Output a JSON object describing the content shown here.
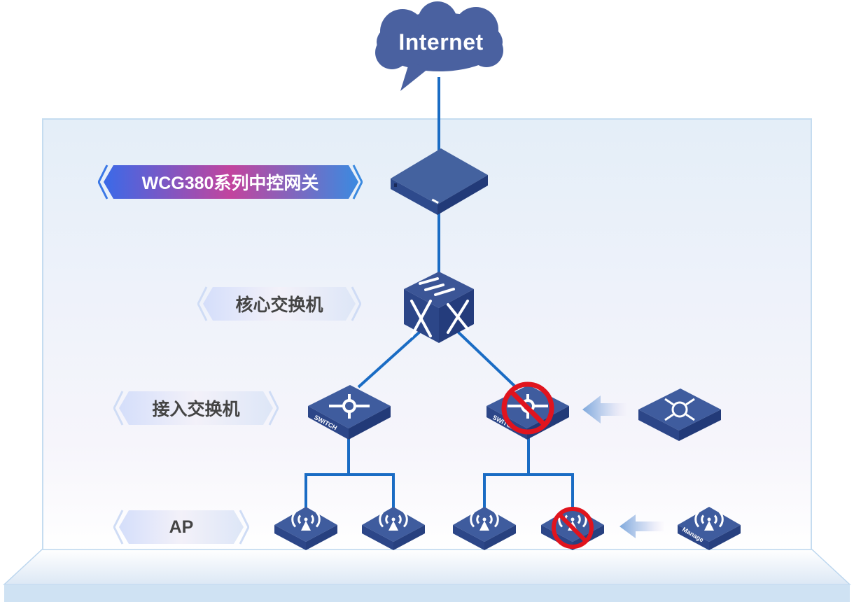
{
  "diagram": {
    "cloud": {
      "label": "Internet"
    },
    "tiers": [
      {
        "id": "gateway",
        "label": "WCG380系列中控网关",
        "style": "highlight"
      },
      {
        "id": "core",
        "label": "核心交换机",
        "style": "soft"
      },
      {
        "id": "access",
        "label": "接入交换机",
        "style": "soft"
      },
      {
        "id": "ap",
        "label": "AP",
        "style": "soft"
      }
    ],
    "devices": {
      "gateway": {
        "type": "gateway-appliance"
      },
      "core_switch": {
        "type": "core-switch-cube"
      },
      "access_switches": [
        {
          "label": "SWITCH",
          "status": "active"
        },
        {
          "label": "SWITCH",
          "status": "blocked"
        }
      ],
      "replacement_switch": {
        "type": "L2-managed-switch",
        "icon": "L2"
      },
      "aps": [
        {
          "status": "active"
        },
        {
          "status": "active"
        },
        {
          "status": "active"
        },
        {
          "status": "blocked"
        }
      ],
      "replacement_ap": {
        "label": "Manage"
      }
    },
    "colors": {
      "device_blue": "#3d5a9e",
      "device_dark": "#27407f",
      "link_blue": "#1a6cc4",
      "cloud": "#4a61a0",
      "prohibit_red": "#e0141e",
      "gateway_gradient": [
        "#3a6ae8",
        "#c2449e",
        "#3b8ae0"
      ],
      "label_text": "#444444"
    }
  }
}
